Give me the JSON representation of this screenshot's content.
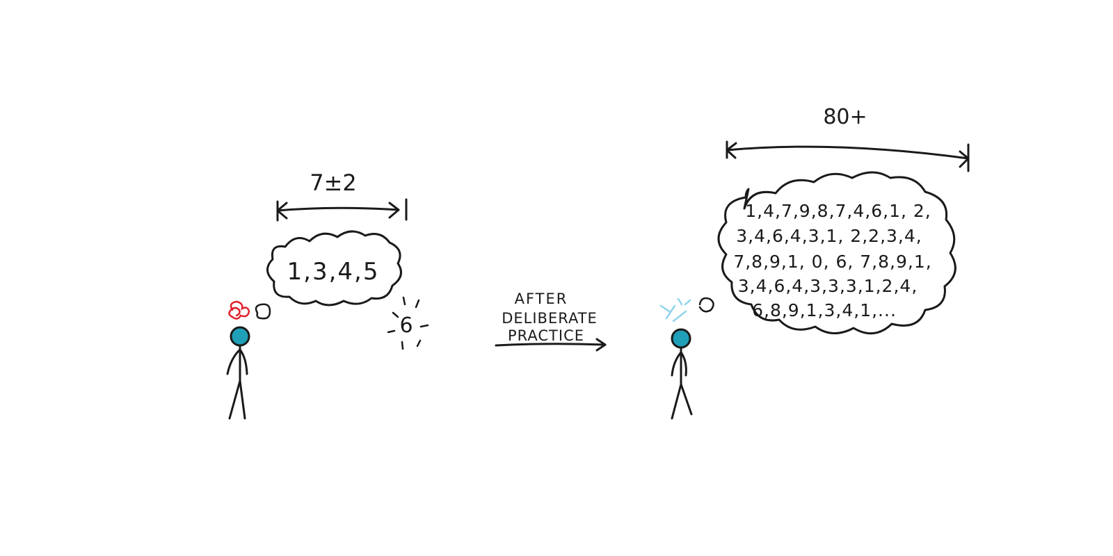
{
  "left": {
    "span_label": "7±2",
    "thought_text": "1,3,4,5",
    "dropped_item": "6",
    "colors": {
      "head": "#1f9fb8",
      "scribble": "#e0202a"
    }
  },
  "transition": {
    "lines": [
      "AFTER",
      "DELIBERATE",
      "PRACTICE"
    ]
  },
  "right": {
    "span_label": "80+",
    "thought_lines": [
      "1,4,7,9,8,7,4,6,1, 2,",
      "3,4,6,4,3,1, 2,2,3,4,",
      "7,8,9,1, 0, 6, 7,8,9,1,",
      "3,4,6,4,3,3,3,1,2,4,",
      "6,8,9,1,3,4,1,..."
    ],
    "colors": {
      "head": "#1f9fb8",
      "sparkle": "#8fd4ec"
    }
  }
}
